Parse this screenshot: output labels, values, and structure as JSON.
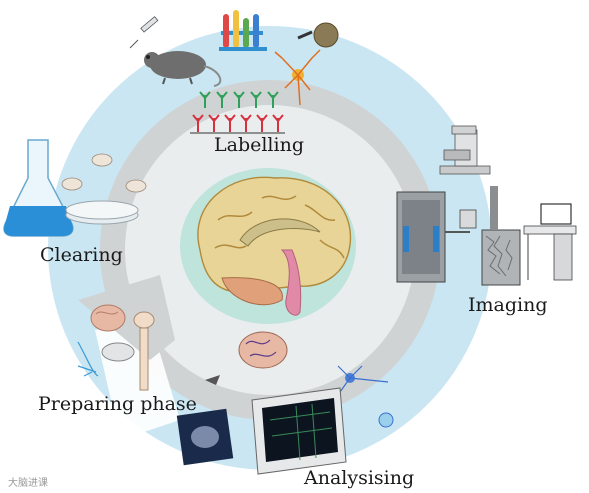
{
  "stages": {
    "labelling": "Labelling",
    "clearing": "Clearing",
    "imaging": "Imaging",
    "preparing": "Preparing phase",
    "analysing": "Analysising"
  },
  "watermark": "大脑进课",
  "colors": {
    "outer_ring": "#c9e6f2",
    "inner_ring": "#d0d3d4",
    "center_disc": "#eaeded",
    "brain_halo": "#bfe4dc",
    "brain_cortex": "#e8d497",
    "cerebellum": "#e0a07a",
    "brainstem": "#e08aa8",
    "clearing_liquid": "#2a8fd6"
  },
  "icons": [
    "mouse-icon",
    "syringe-icon",
    "test-tubes-icon",
    "coin-icon",
    "neuron-icon",
    "antibody-icon",
    "microscope-icon",
    "light-sheet-microscope-icon",
    "computer-workstation-icon",
    "flask-icon",
    "petri-dish-icon",
    "mouse-brain-icon",
    "spinal-cord-icon",
    "brain-slice-icon",
    "monitor-icon",
    "brain-icon"
  ]
}
